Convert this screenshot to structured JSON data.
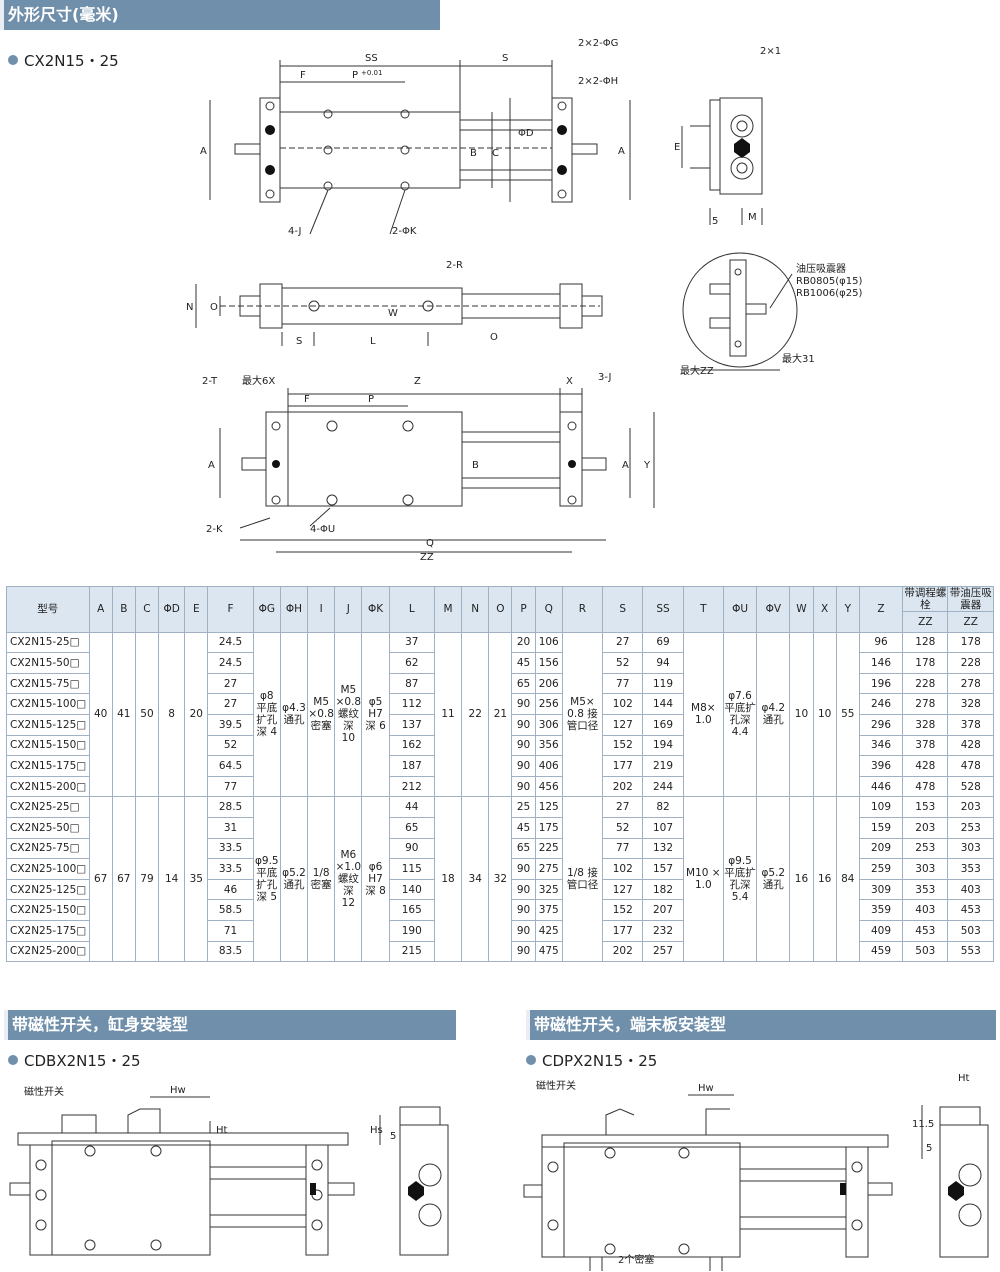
{
  "section_main": {
    "title": "外形尺寸(毫米)",
    "model": "CX2N15・25"
  },
  "labels": {
    "ss": "SS",
    "s": "S",
    "f": "F",
    "p": "P",
    "p_tol": "+0.01",
    "g2": "2×2-ΦG",
    "h2": "2×2-ΦH",
    "a": "A",
    "b": "B",
    "c": "C",
    "d": "ΦD",
    "j4": "4-J",
    "k2": "2-ΦK",
    "e": "E",
    "m": "M",
    "five": "5",
    "two_x1": "2×1",
    "r2": "2-R",
    "n": "N",
    "o": "O",
    "w": "W",
    "l": "L",
    "shock": "油压吸震器",
    "rb0805": "RB0805(φ15)",
    "rb1006": "RB1006(φ25)",
    "max_zz": "最大ZZ",
    "max31": "最大31",
    "t2": "2-T",
    "max6x": "最大6X",
    "z": "Z",
    "x": "X",
    "j3": "3-J",
    "y": "Y",
    "k2b": "2-K",
    "u4": "4-ΦU",
    "q": "Q",
    "zz": "ZZ"
  },
  "table": {
    "headers": [
      "型号",
      "A",
      "B",
      "C",
      "ΦD",
      "E",
      "F",
      "ΦG",
      "ΦH",
      "I",
      "J",
      "ΦK",
      "L",
      "M",
      "N",
      "O",
      "P",
      "Q",
      "R",
      "S",
      "SS",
      "T",
      "ΦU",
      "ΦV",
      "W",
      "X",
      "Y",
      "Z",
      "带调程螺栓",
      "带油压吸震器"
    ],
    "sub": [
      "ZZ",
      "ZZ"
    ],
    "g15": {
      "models": [
        "CX2N15-25□",
        "CX2N15-50□",
        "CX2N15-75□",
        "CX2N15-100□",
        "CX2N15-125□",
        "CX2N15-150□",
        "CX2N15-175□",
        "CX2N15-200□"
      ],
      "f": [
        "24.5",
        "24.5",
        "27",
        "27",
        "39.5",
        "52",
        "64.5",
        "77"
      ],
      "l": [
        "37",
        "62",
        "87",
        "112",
        "137",
        "162",
        "187",
        "212"
      ],
      "p": [
        "20",
        "45",
        "65",
        "90",
        "90",
        "90",
        "90",
        "90"
      ],
      "q": [
        "106",
        "156",
        "206",
        "256",
        "306",
        "356",
        "406",
        "456"
      ],
      "s": [
        "27",
        "52",
        "77",
        "102",
        "127",
        "152",
        "177",
        "202"
      ],
      "ss": [
        "69",
        "94",
        "119",
        "144",
        "169",
        "194",
        "219",
        "244"
      ],
      "z": [
        "96",
        "146",
        "196",
        "246",
        "296",
        "346",
        "396",
        "446"
      ],
      "zz1": [
        "128",
        "178",
        "228",
        "278",
        "328",
        "378",
        "428",
        "478"
      ],
      "zz2": [
        "178",
        "228",
        "278",
        "328",
        "378",
        "428",
        "478",
        "528"
      ],
      "a": "40",
      "b": "41",
      "c": "50",
      "d": "8",
      "e": "20",
      "g": "φ8 平底扩孔深 4",
      "h": "φ4.3 通孔",
      "i": "M5 ×0.8 密塞",
      "j": "M5 ×0.8 螺纹深 10",
      "k": "φ5 H7 深 6",
      "m": "11",
      "n": "22",
      "o": "21",
      "r": "M5× 0.8 接管口径",
      "t": "M8× 1.0",
      "u": "φ7.6 平底扩孔深 4.4",
      "v": "φ4.2 通孔",
      "w": "10",
      "x": "10",
      "y": "55"
    },
    "g25": {
      "models": [
        "CX2N25-25□",
        "CX2N25-50□",
        "CX2N25-75□",
        "CX2N25-100□",
        "CX2N25-125□",
        "CX2N25-150□",
        "CX2N25-175□",
        "CX2N25-200□"
      ],
      "f": [
        "28.5",
        "31",
        "33.5",
        "33.5",
        "46",
        "58.5",
        "71",
        "83.5"
      ],
      "l": [
        "44",
        "65",
        "90",
        "115",
        "140",
        "165",
        "190",
        "215"
      ],
      "p": [
        "25",
        "45",
        "65",
        "90",
        "90",
        "90",
        "90",
        "90"
      ],
      "q": [
        "125",
        "175",
        "225",
        "275",
        "325",
        "375",
        "425",
        "475"
      ],
      "s": [
        "27",
        "52",
        "77",
        "102",
        "127",
        "152",
        "177",
        "202"
      ],
      "ss": [
        "82",
        "107",
        "132",
        "157",
        "182",
        "207",
        "232",
        "257"
      ],
      "z": [
        "109",
        "159",
        "209",
        "259",
        "309",
        "359",
        "409",
        "459"
      ],
      "zz1": [
        "153",
        "203",
        "253",
        "303",
        "353",
        "403",
        "453",
        "503"
      ],
      "zz2": [
        "203",
        "253",
        "303",
        "353",
        "403",
        "453",
        "503",
        "553"
      ],
      "a": "67",
      "b": "67",
      "c": "79",
      "d": "14",
      "e": "35",
      "g": "φ9.5 平底扩孔深 5",
      "h": "φ5.2 通孔",
      "i": "1/8 密塞",
      "j": "M6 ×1.0 螺纹深 12",
      "k": "φ6 H7 深 8",
      "m": "18",
      "n": "34",
      "o": "32",
      "r": "1/8 接管口径",
      "t": "M10 × 1.0",
      "u": "φ9.5 平底扩孔深 5.4",
      "v": "φ5.2 通孔",
      "w": "16",
      "x": "16",
      "y": "84"
    }
  },
  "section_body": {
    "title": "带磁性开关，缸身安装型",
    "model": "CDBX2N15・25",
    "switch": "磁性开关",
    "hw": "Hw",
    "ht": "Ht",
    "hs": "Hs",
    "five": "5"
  },
  "section_end": {
    "title": "带磁性开关，端末板安装型",
    "model": "CDPX2N15・25",
    "switch": "磁性开关",
    "hw": "Hw",
    "ht": "Ht",
    "plug": "2个密塞",
    "h115": "11.5",
    "five": "5"
  }
}
